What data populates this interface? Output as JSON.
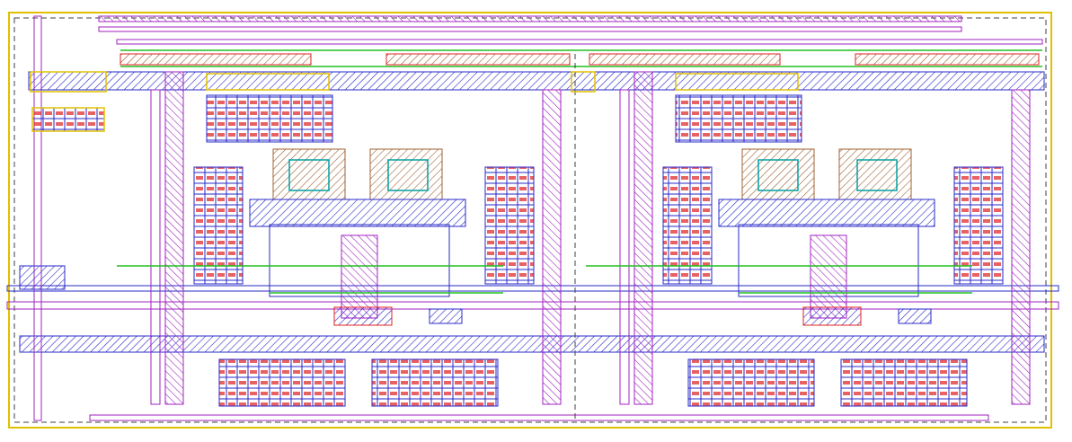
{
  "view": {
    "description_kind": "ic-layout-editor-canvas",
    "background": "#ffffff",
    "cell_count": 2
  },
  "layers": [
    {
      "name": "metal1",
      "color": "#2020d0",
      "fill": "hatch"
    },
    {
      "name": "metal2",
      "color": "#a020c0",
      "fill": "hatch"
    },
    {
      "name": "poly",
      "color": "#e02020",
      "fill": "solid"
    },
    {
      "name": "via",
      "color": "#00a0a0",
      "fill": "outline"
    },
    {
      "name": "diffusion",
      "color": "#20c020",
      "fill": "outline"
    },
    {
      "name": "nwell",
      "color": "#e0c000",
      "fill": "outline"
    },
    {
      "name": "boundary",
      "color": "#404040",
      "fill": "dashed"
    }
  ],
  "labels": []
}
